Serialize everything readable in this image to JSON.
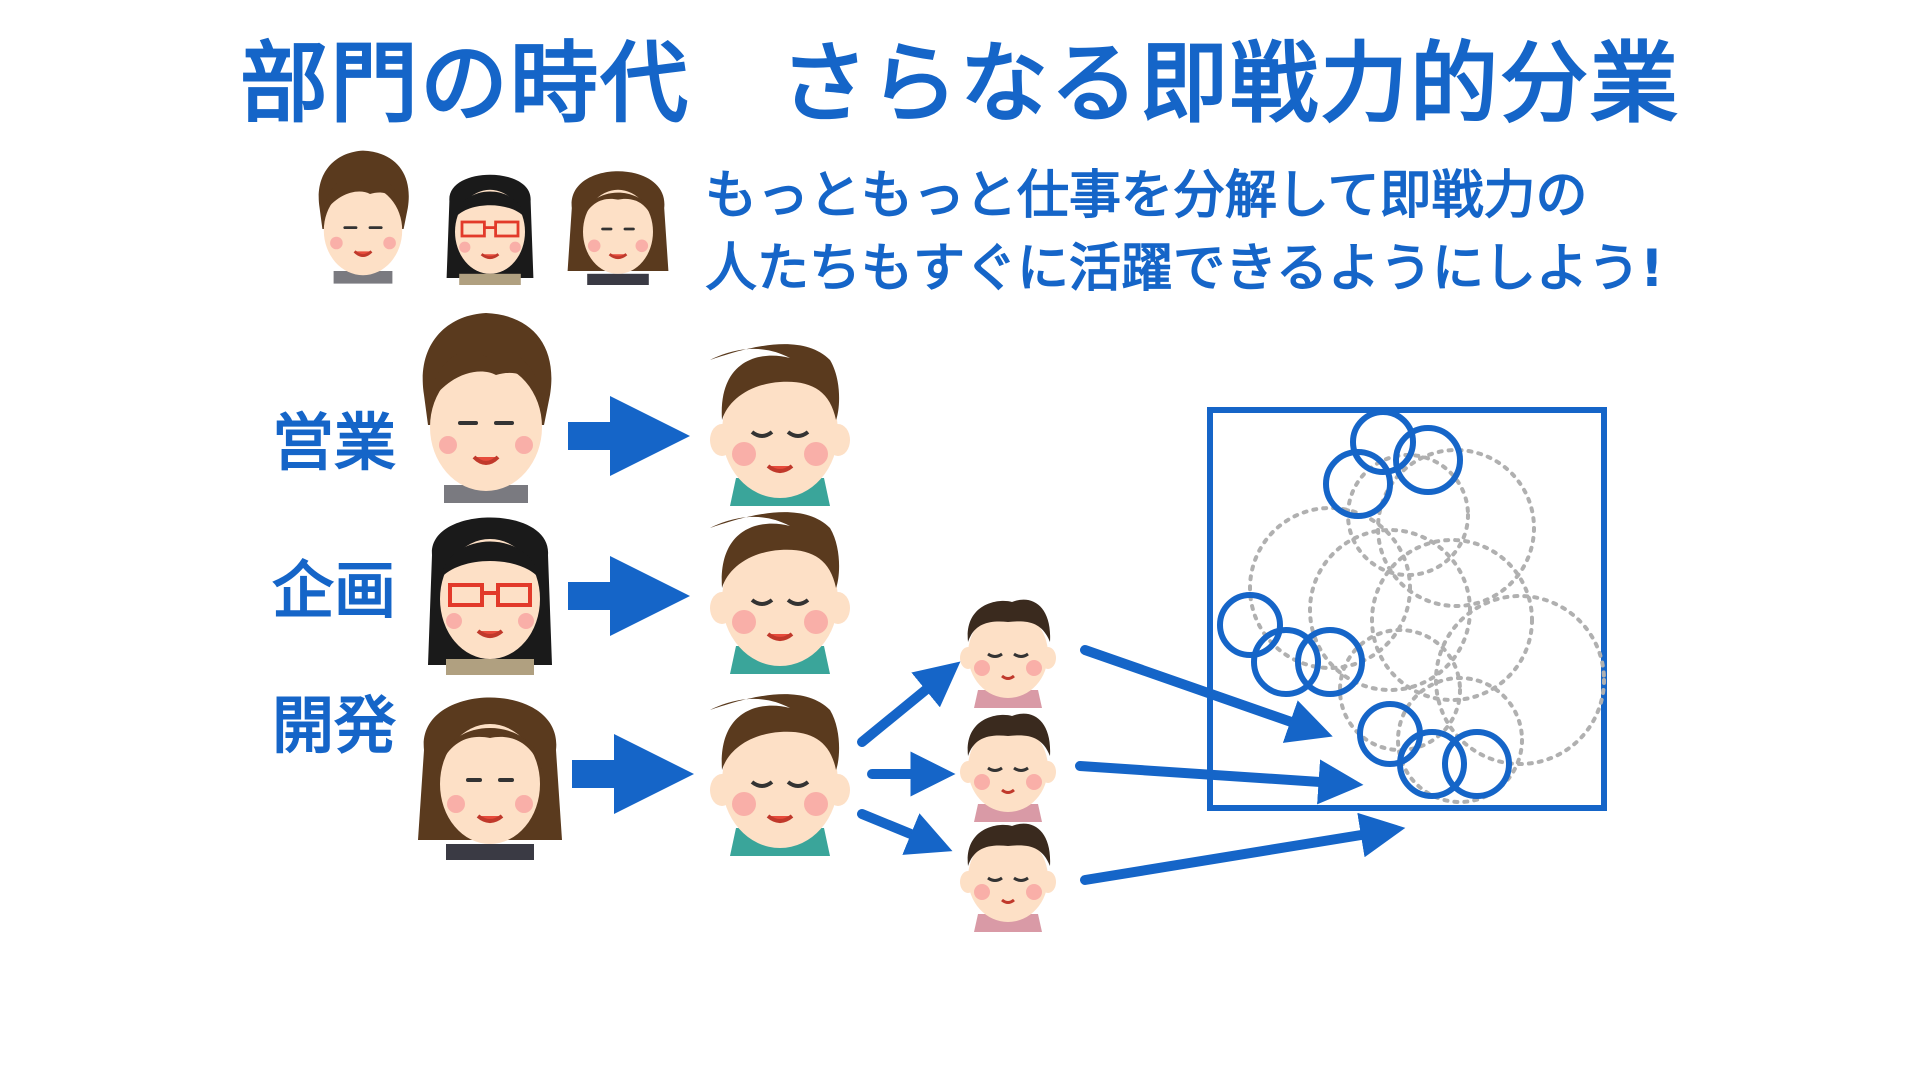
{
  "slide": {
    "title": "部門の時代　さらなる即戦力的分業",
    "subtitle_lines": [
      "もっともっと仕事を分解して即戦力の",
      "人たちもすぐに活躍できるようにしよう!"
    ],
    "departments": [
      "営業",
      "企画",
      "開発"
    ]
  },
  "colors": {
    "accent": "#1565c8",
    "dotted_circle": "#b0b0b0",
    "skin": "#fde0c6",
    "cheek": "#f7a3a0",
    "hair_brown": "#5a3a1e",
    "hair_black": "#1a1a1a",
    "shirt_teal": "#3aa59a",
    "shirt_pink": "#d99aa6"
  },
  "icons": [
    "person-icon",
    "employee-icon",
    "junior-employee-icon",
    "arrow-right-icon",
    "task-circle-icon"
  ]
}
